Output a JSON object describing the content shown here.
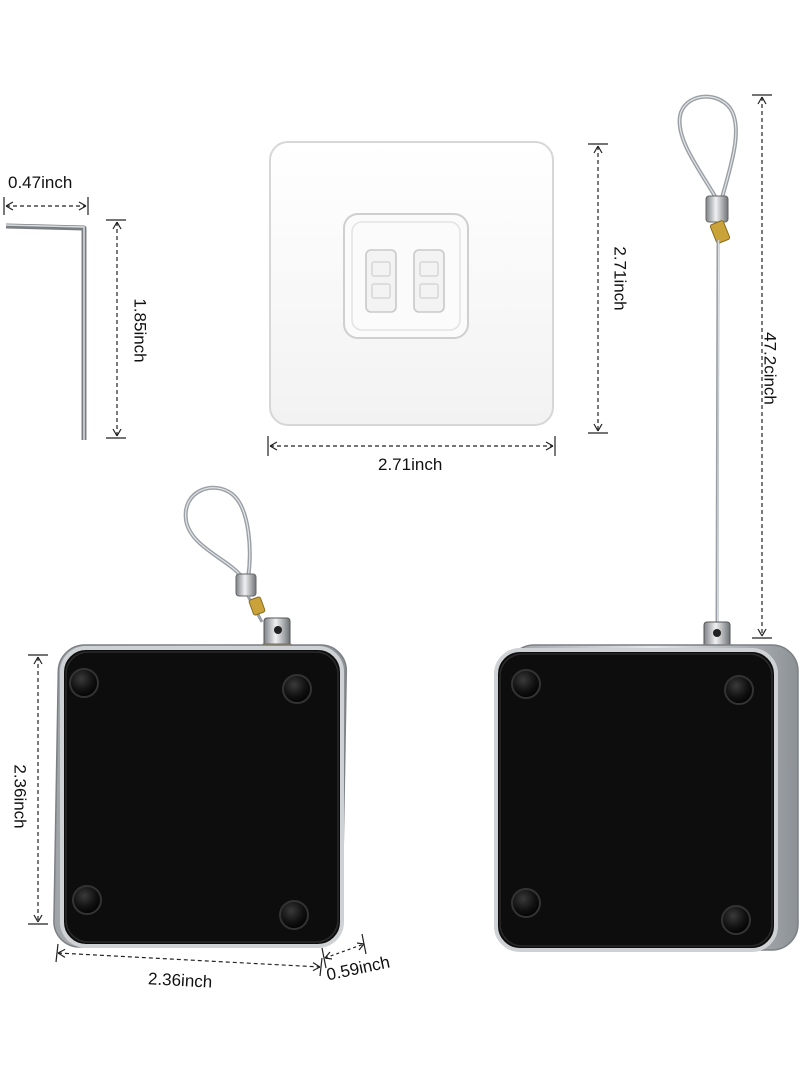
{
  "labels": {
    "key_width": "0.47inch",
    "key_height": "1.85inch",
    "pad_width": "2.71inch",
    "pad_height": "2.71inch",
    "cable_length": "47.2cinch",
    "box_height": "2.36inch",
    "box_width": "2.36inch",
    "box_depth": "0.59inch"
  },
  "colors": {
    "box_face": "#0d0d0d",
    "box_edge": "#bfc3c8",
    "cable": "#9aa0a6",
    "brass": "#c9a23a",
    "pad_border": "#d7d7d7",
    "dim_line": "#222222"
  }
}
